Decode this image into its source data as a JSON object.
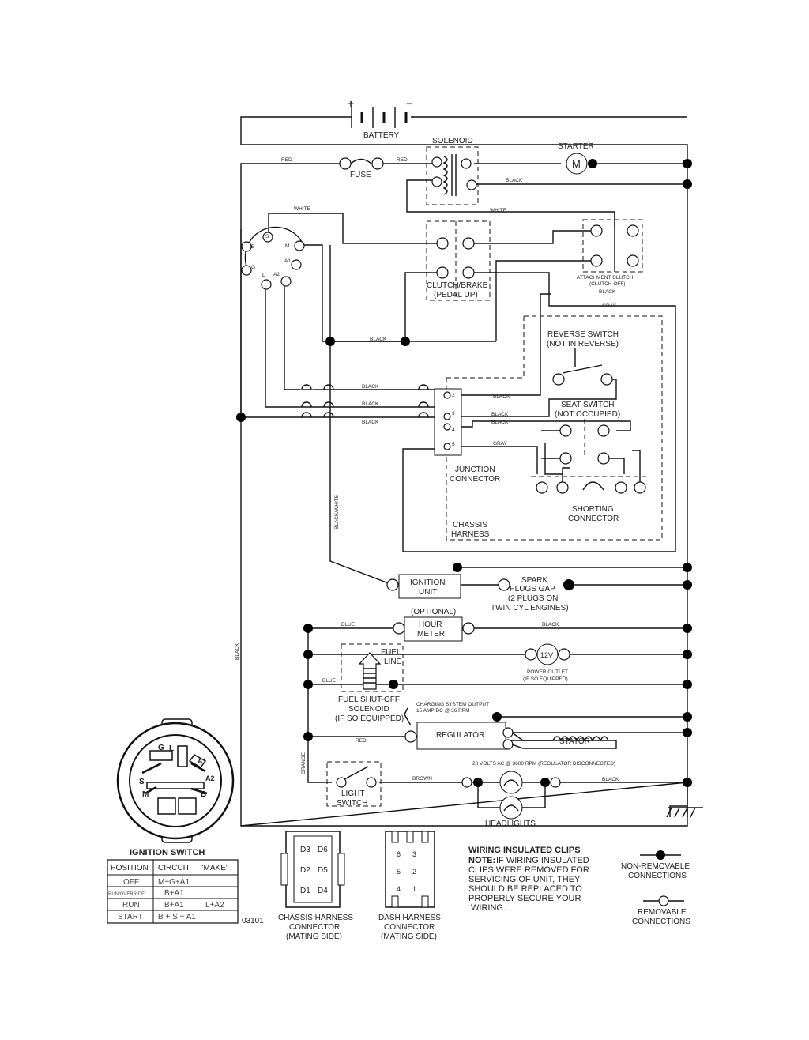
{
  "components": {
    "battery": "BATTERY",
    "solenoid": "SOLENOID",
    "starter": "STARTER",
    "fuse": "FUSE",
    "clutch_brake_1": "CLUTCH/BRAKE",
    "clutch_brake_2": "(PEDAL UP)",
    "attachment_clutch_1": "ATTACHMENT CLUTCH",
    "attachment_clutch_2": "(CLUTCH OFF)",
    "reverse_switch_1": "REVERSE SWITCH",
    "reverse_switch_2": "(NOT IN REVERSE)",
    "seat_switch_1": "SEAT SWITCH",
    "seat_switch_2": "(NOT OCCUPIED)",
    "junction_1": "JUNCTION",
    "junction_2": "CONNECTOR",
    "shorting_1": "SHORTING",
    "shorting_2": "CONNECTOR",
    "chassis_harness_1": "CHASSIS",
    "chassis_harness_2": "HARNESS",
    "ignition_unit_1": "IGNITION",
    "ignition_unit_2": "UNIT",
    "spark_1": "SPARK",
    "spark_2": "PLUGS GAP",
    "spark_3": "(2 PLUGS ON",
    "spark_4": "TWIN CYL ENGINES)",
    "optional": "(OPTIONAL)",
    "hour_meter_1": "HOUR",
    "hour_meter_2": "METER",
    "fuel_line_1": "FUEL",
    "fuel_line_2": "LINE",
    "power_outlet_1": "POWER OUTLET",
    "power_outlet_2": "(IF SO EQUIPPED)",
    "outlet_voltage": "12V",
    "fuel_shutoff_1": "FUEL SHUT-OFF",
    "fuel_shutoff_2": "SOLENOID",
    "fuel_shutoff_3": "(IF SO EQUIPPED)",
    "charging_1": "CHARGING SYSTEM OUTPUT",
    "charging_2": "15 AMP DC @ 36 RPM",
    "regulator": "REGULATOR",
    "stator": "STATOR",
    "ac_note": "28 VOLTS AC @ 3600 RPM (REGULATOR DISCONNECTED)",
    "light_switch_1": "LIGHT",
    "light_switch_2": "SWITCH",
    "headlights": "HEADLIGHTS",
    "motor_symbol": "M"
  },
  "ignition_terminals": [
    "B",
    "S",
    "M",
    "A1",
    "A2",
    "L",
    "G"
  ],
  "wires": {
    "red": "RED",
    "black": "BLACK",
    "white": "WHITE",
    "gray": "GRAY",
    "blue": "BLUE",
    "orange": "ORANGE",
    "brown": "BROWN",
    "black_white": "BLACK/WHITE"
  },
  "junction_pins": [
    "2",
    "3",
    "4",
    "5"
  ],
  "ignition_switch": {
    "title": "IGNITION SWITCH",
    "face_labels": [
      "G",
      "L",
      "A1",
      "A2",
      "B",
      "M",
      "S"
    ],
    "headers": [
      "POSITION",
      "CIRCUIT",
      "\"MAKE\""
    ],
    "rows": [
      {
        "position": "OFF",
        "circuit": "M+G+A1",
        "make": ""
      },
      {
        "position": "RUN/OVERRIDE",
        "circuit": "B+A1",
        "make": ""
      },
      {
        "position": "RUN",
        "circuit": "B+A1",
        "make": "L+A2"
      },
      {
        "position": "START",
        "circuit": "B + S + A1",
        "make": ""
      }
    ]
  },
  "part_number": "03101",
  "chassis_connector": {
    "pins": [
      "D3",
      "D6",
      "D2",
      "D5",
      "D1",
      "D4"
    ],
    "label": [
      "CHASSIS HARNESS",
      "CONNECTOR",
      "(MATING SIDE)"
    ]
  },
  "dash_connector": {
    "pins": [
      "6",
      "3",
      "5",
      "2",
      "4",
      "1"
    ],
    "label": [
      "DASH HARNESS",
      "CONNECTOR",
      "(MATING SIDE)"
    ]
  },
  "notes": {
    "title": "WIRING INSULATED CLIPS",
    "note_bold": "NOTE:",
    "lines": [
      "IF WIRING INSULATED",
      "CLIPS WERE REMOVED FOR",
      "SERVICING OF UNIT, THEY",
      "SHOULD BE REPLACED TO",
      "PROPERLY SECURE YOUR",
      "WIRING."
    ]
  },
  "legend": {
    "non_removable": [
      "NON-REMOVABLE",
      "CONNECTIONS"
    ],
    "removable": [
      "REMOVABLE",
      "CONNECTIONS"
    ]
  }
}
